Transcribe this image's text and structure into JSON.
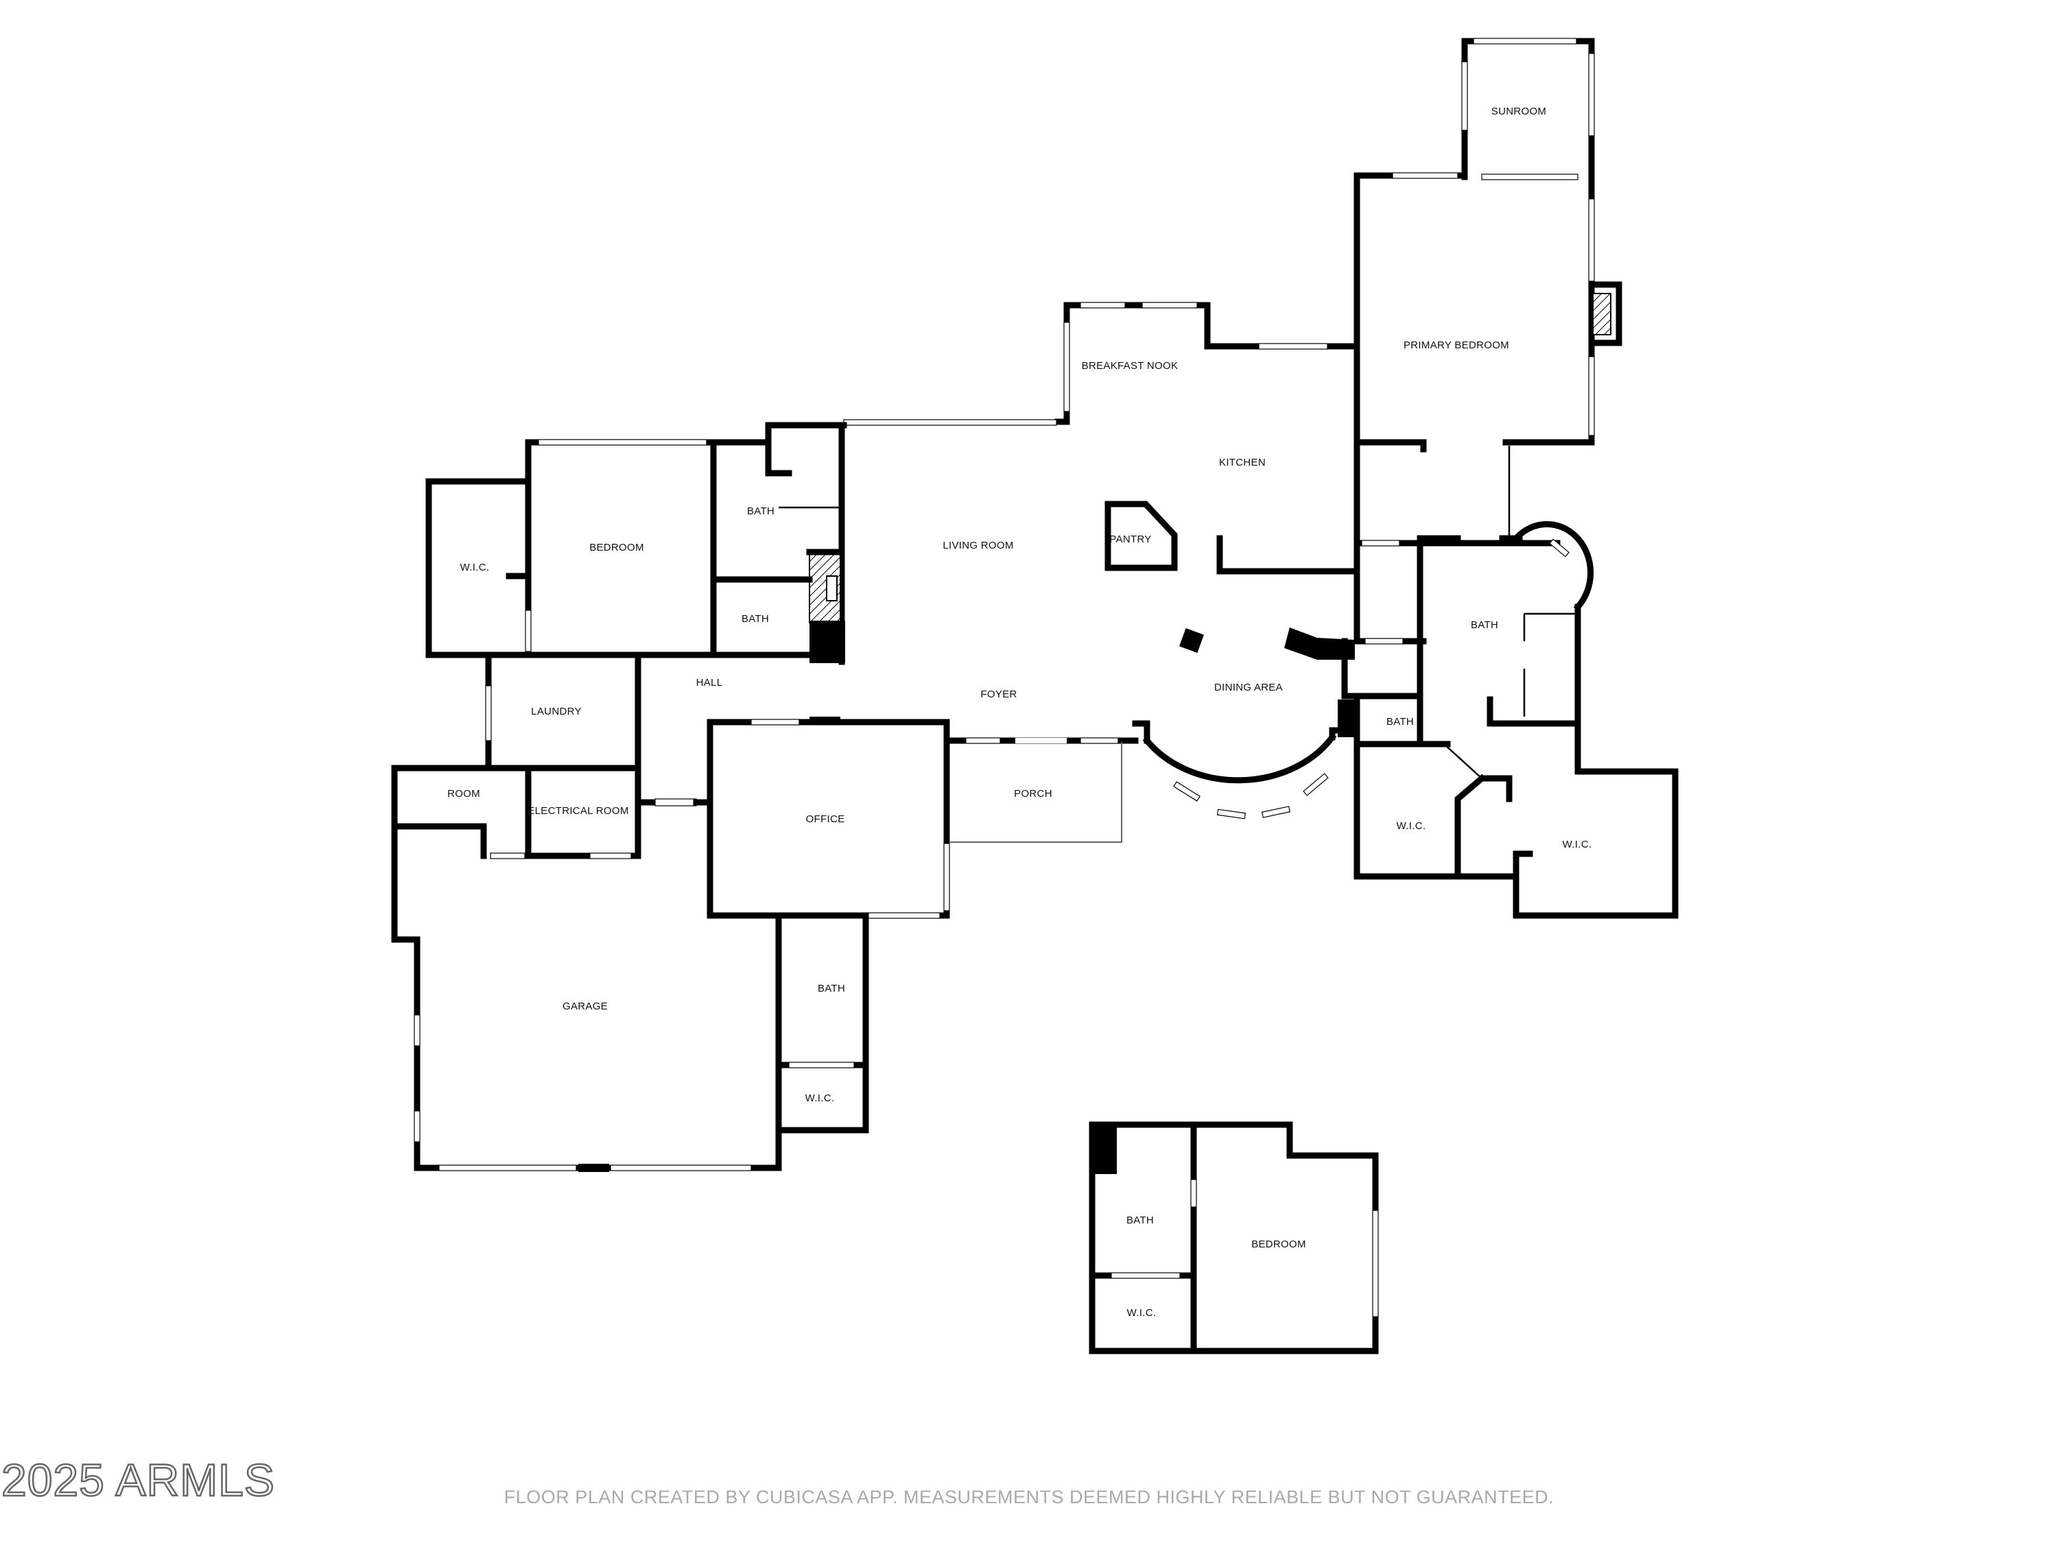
{
  "plan": {
    "rooms": {
      "sunroom": "SUNROOM",
      "primary_bedroom": "PRIMARY BEDROOM",
      "breakfast_nook": "BREAKFAST NOOK",
      "kitchen": "KITCHEN",
      "pantry": "PANTRY",
      "living_room": "LIVING ROOM",
      "bedroom_west": "BEDROOM",
      "wic_west": "W.I.C.",
      "bath_west_upper": "BATH",
      "bath_west_lower": "BATH",
      "hall": "HALL",
      "laundry": "LAUNDRY",
      "room": "ROOM",
      "electrical_room": "ELECTRICAL ROOM",
      "foyer": "FOYER",
      "office": "OFFICE",
      "porch": "PORCH",
      "dining_area": "DINING AREA",
      "bath_primary": "BATH",
      "bath_small": "BATH",
      "wic_primary_left": "W.I.C.",
      "wic_primary_right": "W.I.C.",
      "garage": "GARAGE",
      "bath_garage": "BATH",
      "wic_garage": "W.I.C.",
      "bath_casita": "BATH",
      "wic_casita": "W.I.C.",
      "bedroom_casita": "BEDROOM"
    }
  },
  "watermark": "2025 ARMLS",
  "disclaimer": "FLOOR PLAN CREATED BY CUBICASA APP. MEASUREMENTS DEEMED HIGHLY RELIABLE BUT NOT GUARANTEED."
}
